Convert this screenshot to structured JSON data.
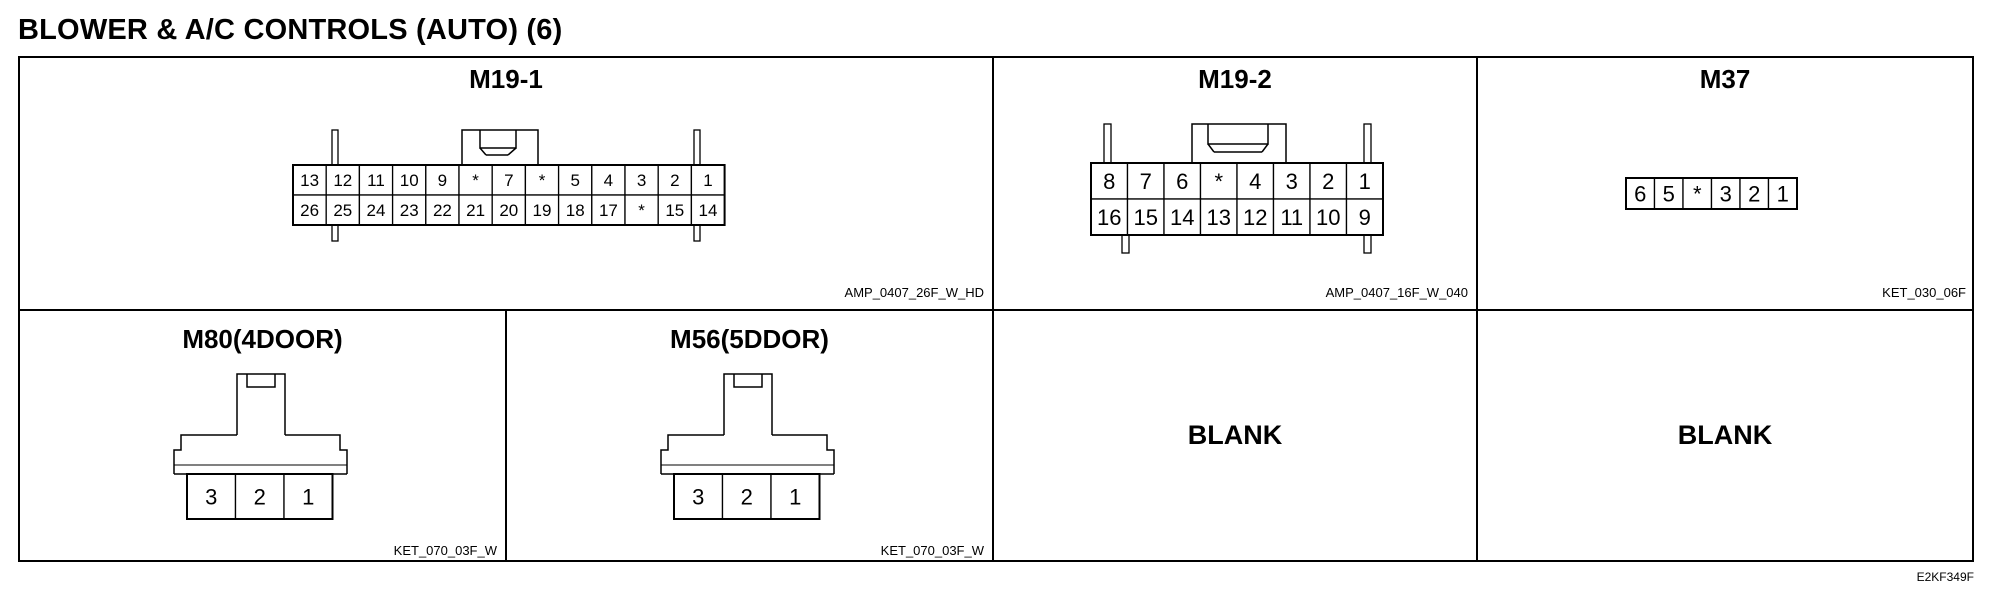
{
  "title": "BLOWER & A/C CONTROLS (AUTO) (6)",
  "footer_code": "E2KF349F",
  "panels": [
    {
      "name": "M19-1",
      "code": "AMP_0407_26F_W_HD",
      "top_pins": [
        "13",
        "12",
        "11",
        "10",
        "9",
        "*",
        "7",
        "*",
        "5",
        "4",
        "3",
        "2",
        "1"
      ],
      "bottom_pins": [
        "26",
        "25",
        "24",
        "23",
        "22",
        "21",
        "20",
        "19",
        "18",
        "17",
        "*",
        "15",
        "14"
      ]
    },
    {
      "name": "M19-2",
      "code": "AMP_0407_16F_W_040",
      "top_pins": [
        "8",
        "7",
        "6",
        "*",
        "4",
        "3",
        "2",
        "1"
      ],
      "bottom_pins": [
        "16",
        "15",
        "14",
        "13",
        "12",
        "11",
        "10",
        "9"
      ]
    },
    {
      "name": "M37",
      "code": "KET_030_06F",
      "pins": [
        "6",
        "5",
        "*",
        "3",
        "2",
        "1"
      ]
    },
    {
      "name": "M80(4DOOR)",
      "code": "KET_070_03F_W",
      "pins": [
        "3",
        "2",
        "1"
      ]
    },
    {
      "name": "M56(5DDOR)",
      "code": "KET_070_03F_W",
      "pins": [
        "3",
        "2",
        "1"
      ]
    },
    {
      "name": "BLANK"
    },
    {
      "name": "BLANK"
    }
  ]
}
